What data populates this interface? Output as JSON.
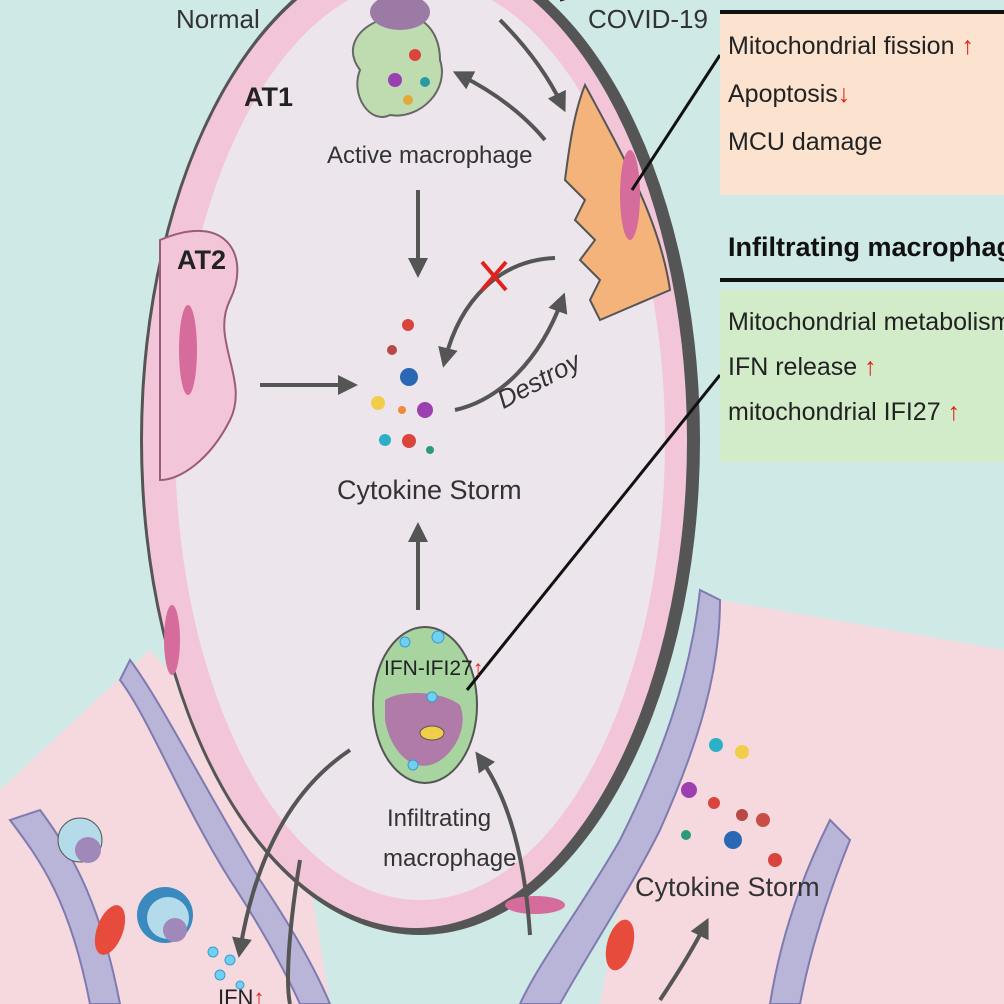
{
  "labels": {
    "normal": "Normal",
    "covid": "COVID-19",
    "at1": "AT1",
    "at2": "AT2",
    "active_macrophage": "Active macrophage",
    "cytokine_storm": "Cytokine Storm",
    "destroy": "Destroy",
    "ifn_ifi27": "IFN-IFI27",
    "infiltrating_macrophage_line1": "Infiltrating",
    "infiltrating_macrophage_line2": "macrophage",
    "cytokine_storm_lower": "Cytokine Storm",
    "ifn_bottom": "IFN"
  },
  "panel_top": {
    "items": [
      {
        "text": "Mitochondrial fission",
        "dir": "↑"
      },
      {
        "text": "Apoptosis",
        "dir": "↓"
      },
      {
        "text": "MCU damage",
        "dir": ""
      }
    ]
  },
  "panel_bottom": {
    "title": "Infiltrating macrophage",
    "items": [
      {
        "text": "Mitochondrial metabolism",
        "dir": "↓"
      },
      {
        "text": "IFN release",
        "dir": "↑"
      },
      {
        "text": "mitochondrial IFI27",
        "dir": "↑"
      }
    ]
  },
  "colors": {
    "background": "#cfe9e6",
    "alveolus": "#ece6ec",
    "epithelium": "#f2c6d8",
    "infected_cell": "#f4b37b",
    "panel_top_fill": "#fbe3cf",
    "panel_bottom_fill": "#d2ebc8",
    "arrow": "#555555",
    "up_arrow": "#e0211d"
  }
}
